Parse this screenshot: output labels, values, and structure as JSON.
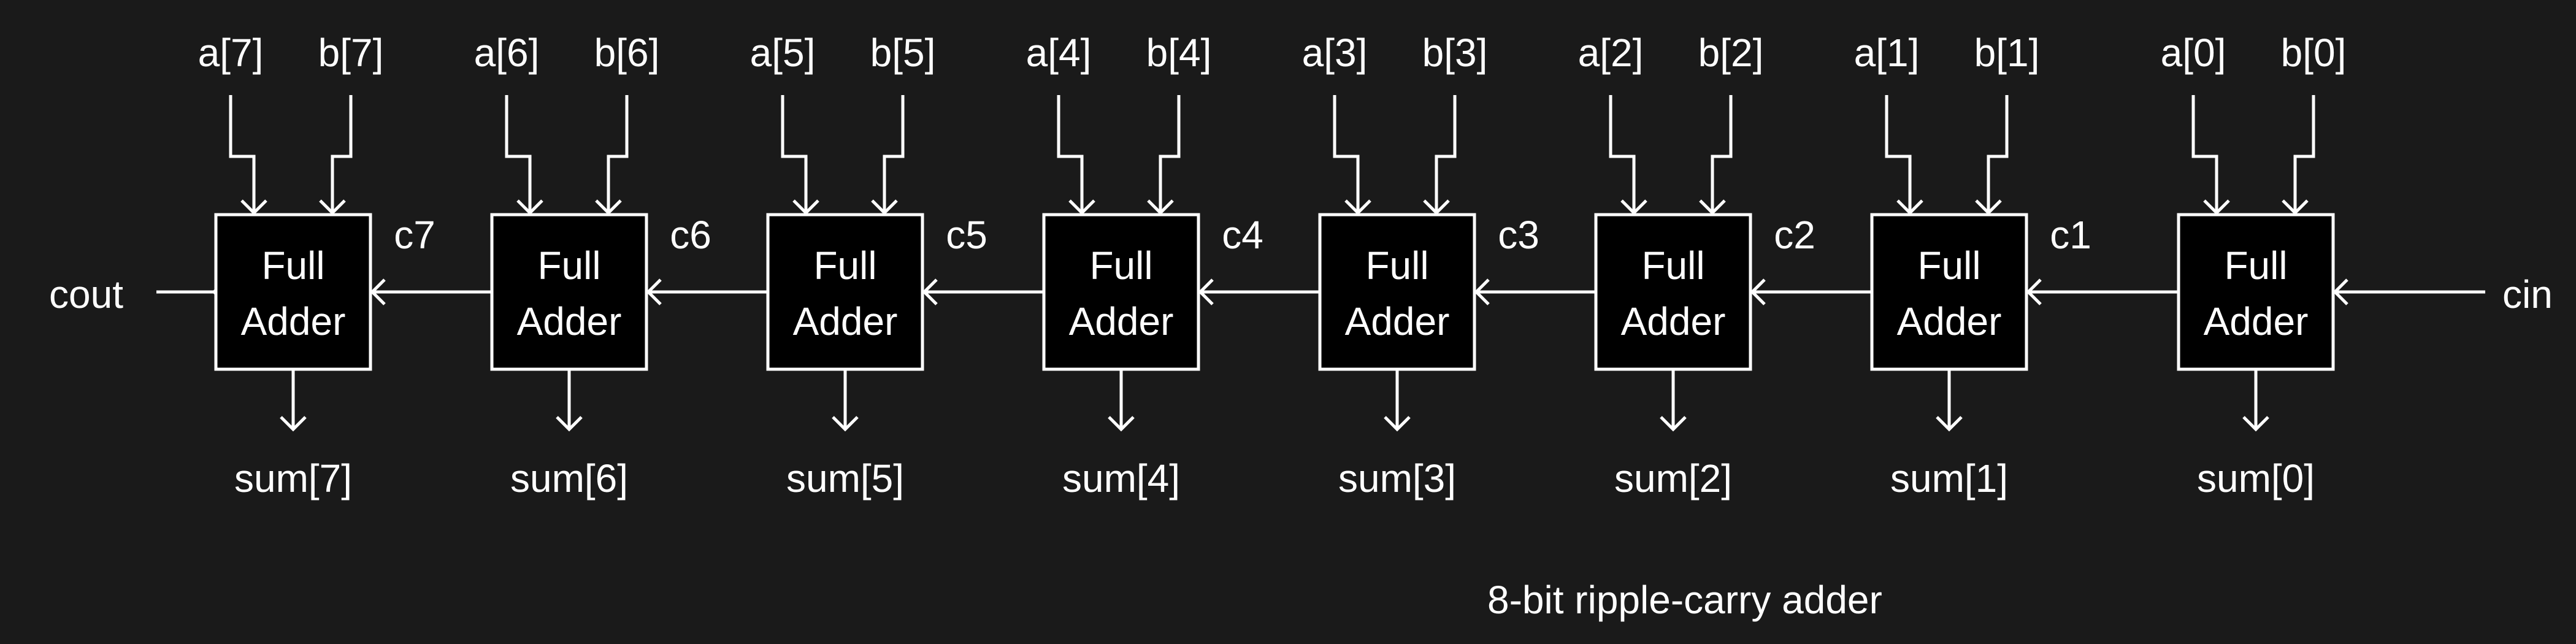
{
  "diagram": {
    "title": "8-bit ripple-carry adder",
    "cin_label": "cin",
    "cout_label": "cout",
    "adder_line1": "Full",
    "adder_line2": "Adder",
    "bits": [
      {
        "a": "a[7]",
        "b": "b[7]",
        "sum": "sum[7]",
        "carry_out": "c7"
      },
      {
        "a": "a[6]",
        "b": "b[6]",
        "sum": "sum[6]",
        "carry_out": "c6"
      },
      {
        "a": "a[5]",
        "b": "b[5]",
        "sum": "sum[5]",
        "carry_out": "c5"
      },
      {
        "a": "a[4]",
        "b": "b[4]",
        "sum": "sum[4]",
        "carry_out": "c4"
      },
      {
        "a": "a[3]",
        "b": "b[3]",
        "sum": "sum[3]",
        "carry_out": "c3"
      },
      {
        "a": "a[2]",
        "b": "b[2]",
        "sum": "sum[2]",
        "carry_out": "c2"
      },
      {
        "a": "a[1]",
        "b": "b[1]",
        "sum": "sum[1]",
        "carry_out": "c1"
      },
      {
        "a": "a[0]",
        "b": "b[0]",
        "sum": "sum[0]",
        "carry_out": ""
      }
    ],
    "colors": {
      "background": "#1a1a1a",
      "box_fill": "#000000",
      "stroke": "#ffffff",
      "text": "#ffffff"
    }
  }
}
